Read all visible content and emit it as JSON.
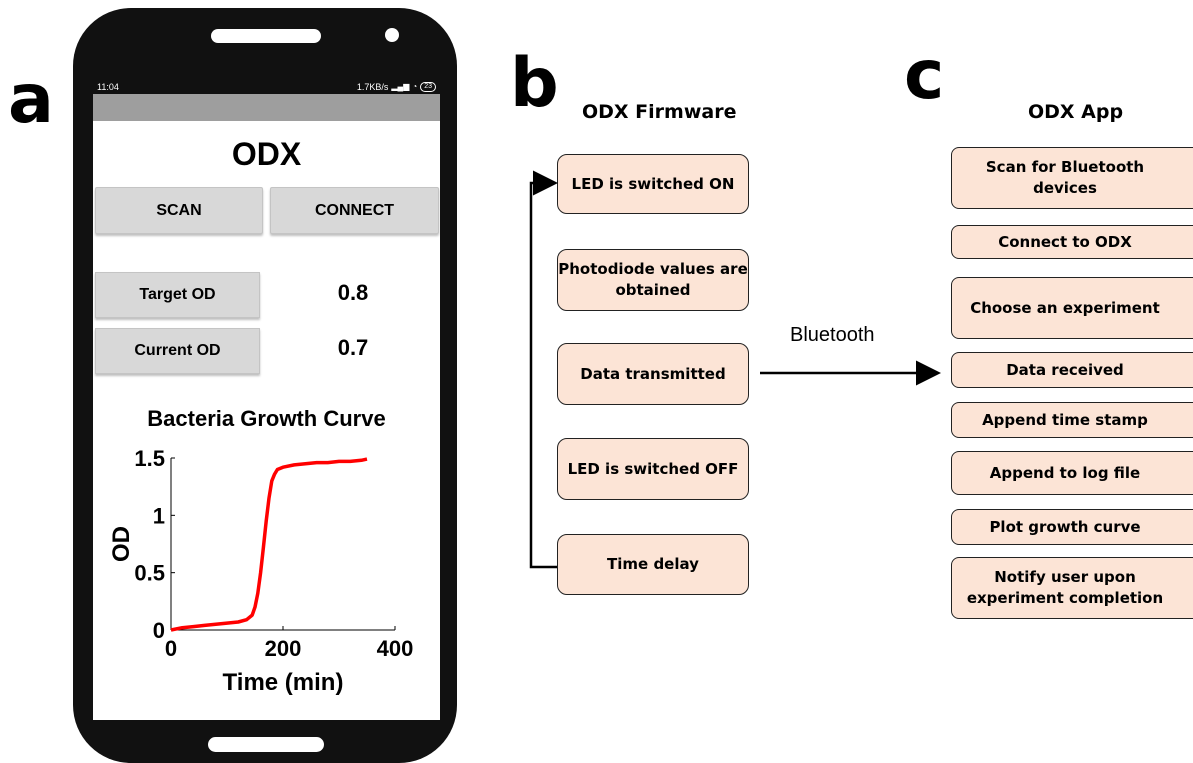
{
  "panels": {
    "a": "a",
    "b": "b",
    "c": "c"
  },
  "phone": {
    "status_time": "11:04",
    "status_speed": "1.7KB/s",
    "battery": "23",
    "app_title": "ODX",
    "buttons": {
      "scan": "SCAN",
      "connect": "CONNECT"
    },
    "target_od_label": "Target OD",
    "target_od_value": "0.8",
    "current_od_label": "Current OD",
    "current_od_value": "0.7"
  },
  "chart_data": {
    "type": "line",
    "title": "Bacteria Growth Curve",
    "xlabel": "Time (min)",
    "ylabel": "OD",
    "xlim": [
      0,
      400
    ],
    "ylim": [
      0,
      1.5
    ],
    "xticks": [
      "0",
      "200",
      "400"
    ],
    "yticks": [
      "0",
      "0.5",
      "1",
      "1.5"
    ],
    "series_color": "#ff0000",
    "x": [
      0,
      20,
      40,
      60,
      80,
      100,
      120,
      135,
      145,
      150,
      155,
      160,
      165,
      170,
      175,
      180,
      185,
      190,
      200,
      220,
      240,
      260,
      280,
      300,
      320,
      340,
      350
    ],
    "y": [
      0.0,
      0.02,
      0.03,
      0.04,
      0.05,
      0.06,
      0.07,
      0.09,
      0.13,
      0.2,
      0.32,
      0.5,
      0.72,
      0.95,
      1.15,
      1.3,
      1.36,
      1.4,
      1.42,
      1.44,
      1.45,
      1.46,
      1.46,
      1.47,
      1.47,
      1.48,
      1.49
    ]
  },
  "firmware": {
    "title": "ODX Firmware",
    "steps": [
      "LED is switched ON",
      "Photodiode values are obtained",
      "Data transmitted",
      "LED is switched OFF",
      "Time delay"
    ]
  },
  "link_label": "Bluetooth",
  "app": {
    "title": "ODX App",
    "steps": [
      "Scan for Bluetooth devices",
      "Connect to ODX",
      "Choose an experiment",
      "Data received",
      "Append time stamp",
      "Append to log file",
      "Plot growth curve",
      "Notify user upon experiment completion"
    ]
  },
  "colors": {
    "box_fill": "#fce4d6",
    "box_border": "#222222",
    "curve": "#ff0000"
  }
}
